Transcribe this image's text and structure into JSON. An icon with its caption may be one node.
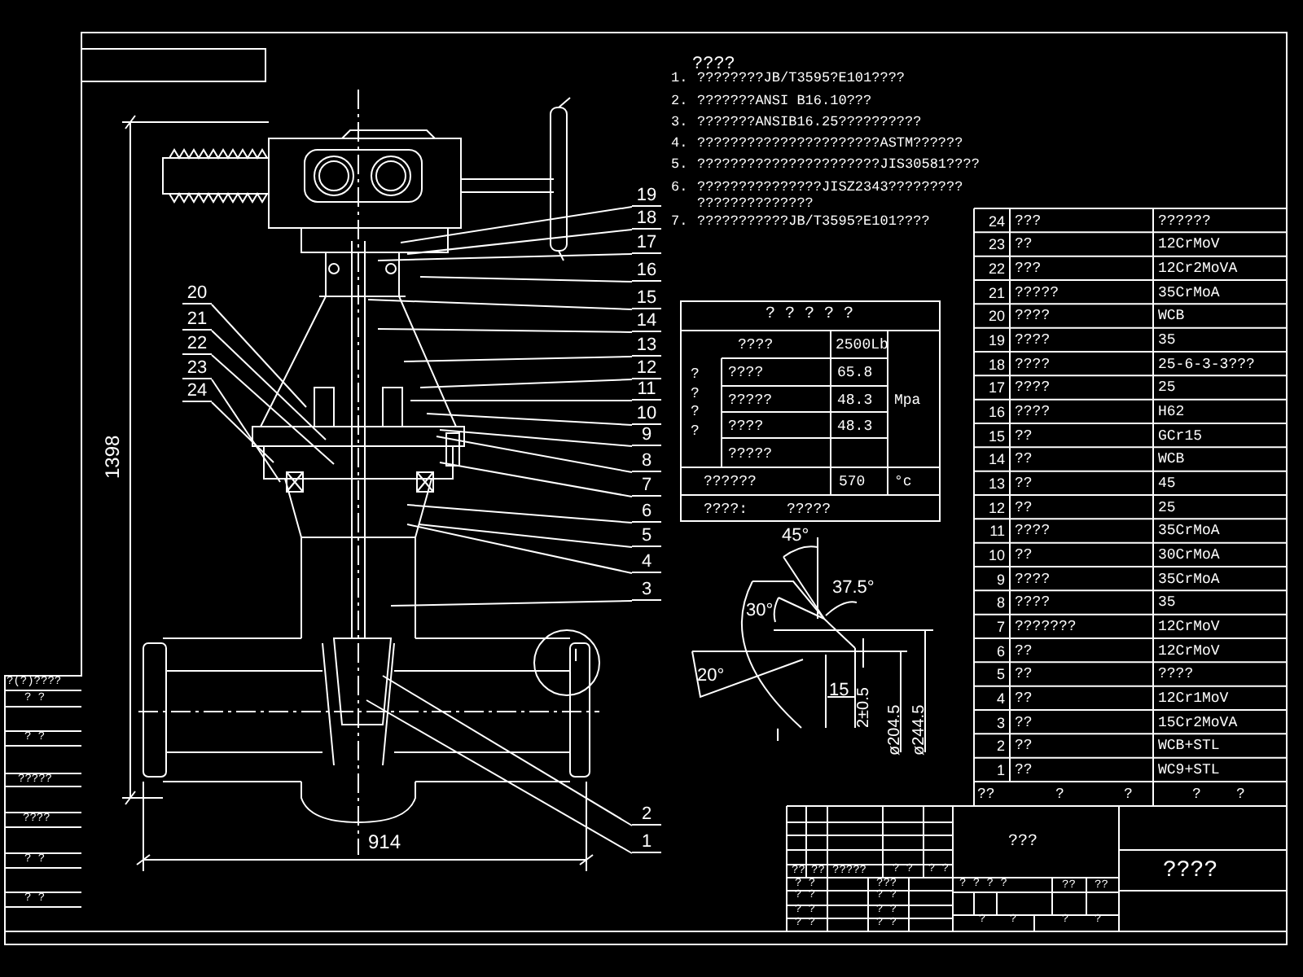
{
  "diagram": {
    "nodes": [
      {
        "text": [
          "1"
        ]
      },
      {
        "text": [
          "2"
        ]
      },
      {
        "text": [
          "3"
        ]
      },
      {
        "text": [
          "4"
        ]
      },
      {
        "text": [
          "5"
        ]
      },
      {
        "text": [
          "6"
        ]
      },
      {
        "text": [
          "7"
        ]
      },
      {
        "text": [
          "8"
        ]
      },
      {
        "text": [
          "9"
        ]
      },
      {
        "text": [
          "10"
        ]
      },
      {
        "text": [
          "11"
        ]
      },
      {
        "text": [
          "12"
        ]
      },
      {
        "text": [
          "13"
        ]
      },
      {
        "text": [
          "14"
        ]
      },
      {
        "text": [
          "15"
        ]
      },
      {
        "text": [
          "16"
        ]
      },
      {
        "text": [
          "17"
        ]
      },
      {
        "text": [
          "18"
        ]
      },
      {
        "text": [
          "19"
        ]
      },
      {
        "text": [
          "20"
        ]
      },
      {
        "text": [
          "21"
        ]
      },
      {
        "text": [
          "22"
        ]
      },
      {
        "text": [
          "23"
        ]
      },
      {
        "text": [
          "24"
        ]
      }
    ],
    "edges": [
      {
        "from": 0,
        "to": null,
        "arrow": "none"
      },
      {
        "from": 1,
        "to": null,
        "arrow": "none"
      },
      {
        "from": 2,
        "to": null,
        "arrow": "none"
      },
      {
        "from": 3,
        "to": null,
        "arrow": "none"
      },
      {
        "from": 4,
        "to": null,
        "arrow": "none"
      },
      {
        "from": 5,
        "to": null,
        "arrow": "none"
      },
      {
        "from": 6,
        "to": null,
        "arrow": "none"
      },
      {
        "from": 7,
        "to": null,
        "arrow": "none"
      },
      {
        "from": 8,
        "to": null,
        "arrow": "none"
      },
      {
        "from": 9,
        "to": null,
        "arrow": "none"
      },
      {
        "from": 10,
        "to": null,
        "arrow": "none"
      },
      {
        "from": 11,
        "to": null,
        "arrow": "none"
      },
      {
        "from": 12,
        "to": null,
        "arrow": "none"
      },
      {
        "from": 13,
        "to": null,
        "arrow": "none"
      },
      {
        "from": 14,
        "to": null,
        "arrow": "none"
      },
      {
        "from": 15,
        "to": null,
        "arrow": "none"
      },
      {
        "from": 16,
        "to": null,
        "arrow": "none"
      },
      {
        "from": 17,
        "to": null,
        "arrow": "none"
      },
      {
        "from": 18,
        "to": null,
        "arrow": "none"
      },
      {
        "from": 19,
        "to": null,
        "arrow": "none"
      },
      {
        "from": 20,
        "to": null,
        "arrow": "none"
      },
      {
        "from": 21,
        "to": null,
        "arrow": "none"
      },
      {
        "from": 22,
        "to": null,
        "arrow": "none"
      },
      {
        "from": 23,
        "to": null,
        "arrow": "none"
      }
    ],
    "labels": [
      "????",
      "1.",
      "????????JB/T3595?E101????",
      "2.",
      "???????ANSI B16.10???",
      "3.",
      "???????ANSIB16.25??????????",
      "4.",
      "??????????????????????ASTM??????",
      "5.",
      "??????????????????????JIS30581????",
      "6.",
      "???????????????JISZ2343????????? ??????????????",
      "7.",
      "???????????JB/T3595?E101????",
      "24",
      "???",
      "??????",
      "23",
      "??",
      "12CrMoV",
      "22",
      "???",
      "12Cr2MoVA",
      "21",
      "?????",
      "35CrMoA",
      "20",
      "????",
      "WCB",
      "19",
      "????",
      "35",
      "18",
      "????",
      "25-6-3-3???",
      "17",
      "????",
      "25",
      "16",
      "????",
      "H62",
      "15",
      "??",
      "GCr15",
      "14",
      "??",
      "WCB",
      "13",
      "??",
      "45",
      "12",
      "??",
      "25",
      "11",
      "????",
      "35CrMoA",
      "10",
      "??",
      "30CrMoA",
      "9",
      "????",
      "35CrMoA",
      "8",
      "????",
      "35",
      "7",
      "???????",
      "12CrMoV",
      "6",
      "??",
      "12CrMoV",
      "5",
      "??",
      "????",
      "4",
      "??",
      "12Cr1MoV",
      "3",
      "??",
      "15Cr2MoVA",
      "2",
      "??",
      "WCB+STL",
      "1",
      "??",
      "WC9+STL",
      "??",
      "?",
      "?",
      "?",
      "?",
      "? ? ? ? ?",
      "????",
      "2500Lb",
      "????",
      "????",
      "65.8",
      "?????",
      "48.3",
      "Mpa",
      "????",
      "48.3",
      "?????",
      "??????",
      "570",
      "°c",
      "????:",
      "?????",
      "45°",
      "37.5°",
      "30°",
      "20°",
      "15",
      "2±0.5",
      "ø204.5",
      "ø244.5",
      "I",
      "1398",
      "914",
      "I",
      "?(?)????",
      "? ?",
      "? ?",
      "?????",
      "????",
      "? ?",
      "? ?",
      "??",
      "??",
      "?????",
      "? ?",
      "? ?",
      "? ?",
      "???",
      "? ?",
      "? ?",
      "? ?",
      "? ?",
      "? ?",
      "? ?",
      "???",
      "? ? ? ?",
      "??",
      "??",
      "?",
      "?",
      "?",
      "?",
      "????"
    ]
  }
}
